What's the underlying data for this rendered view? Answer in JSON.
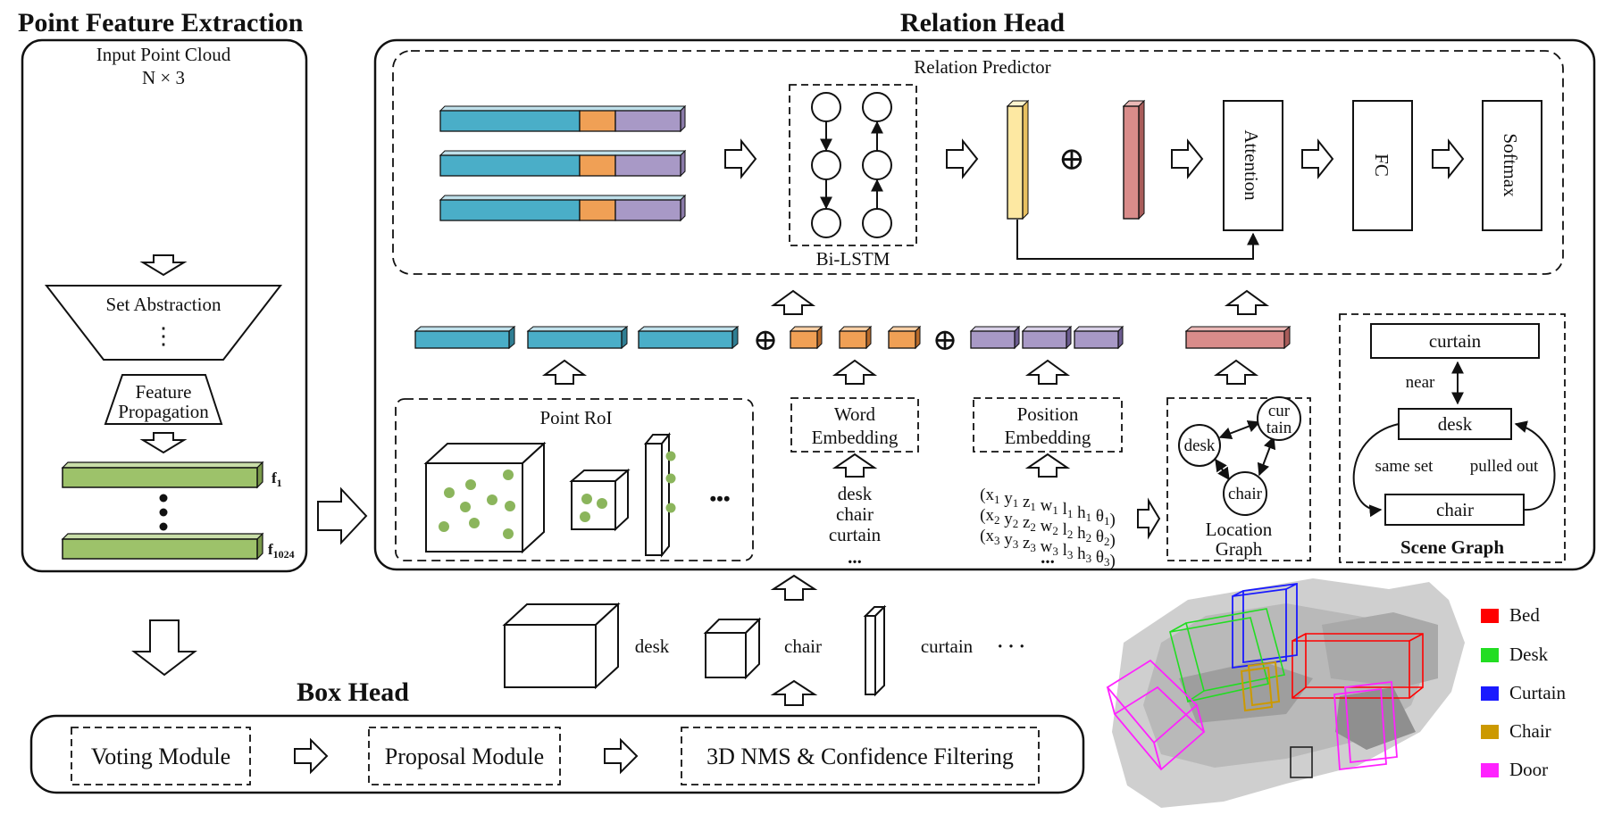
{
  "sections": {
    "point_feature_title": "Point Feature Extraction",
    "relation_head_title": "Relation Head",
    "box_head_title": "Box Head"
  },
  "point_feature": {
    "input_label": "Input Point Cloud",
    "input_dim": "N × 3",
    "set_abstraction": "Set Abstraction",
    "ellipsis": "⋮",
    "feature_propagation_line1": "Feature",
    "feature_propagation_line2": "Propagation",
    "f1_label": "f",
    "f1_sub": "1",
    "f1024_label": "f",
    "f1024_sub": "1024"
  },
  "relation_predictor": {
    "title": "Relation Predictor",
    "bilstm_label": "Bi-LSTM",
    "attention_label": "Attention",
    "fc_label": "FC",
    "softmax_label": "Softmax",
    "oplus": "⊕"
  },
  "embeddings": {
    "point_roi_label": "Point RoI",
    "word_line1": "Word",
    "word_line2": "Embedding",
    "position_line1": "Position",
    "position_line2": "Embedding",
    "words": [
      "desk",
      "chair",
      "curtain",
      "..."
    ],
    "positions": [
      {
        "x": "x",
        "xs": "1",
        "y": "y",
        "ys": "1",
        "z": "z",
        "zs": "1",
        "w": "w",
        "ws": "1",
        "l": "l",
        "ls": "1",
        "h": "h",
        "hs": "1",
        "t": "θ",
        "ts": "1"
      },
      {
        "x": "x",
        "xs": "2",
        "y": "y",
        "ys": "2",
        "z": "z",
        "zs": "2",
        "w": "w",
        "ws": "2",
        "l": "l",
        "ls": "2",
        "h": "h",
        "hs": "2",
        "t": "θ",
        "ts": "2"
      },
      {
        "x": "x",
        "xs": "3",
        "y": "y",
        "ys": "3",
        "z": "z",
        "zs": "3",
        "w": "w",
        "ws": "3",
        "l": "l",
        "ls": "3",
        "h": "h",
        "hs": "3",
        "t": "θ",
        "ts": "3"
      }
    ],
    "positions_ellipsis": "...",
    "point_roi_dots": "•••"
  },
  "location_graph": {
    "label_line1": "Location",
    "label_line2": "Graph",
    "node_desk": "desk",
    "node_curtain_line1": "cur",
    "node_curtain_line2": "tain",
    "node_chair": "chair"
  },
  "scene_graph": {
    "title": "Scene Graph",
    "node_curtain": "curtain",
    "node_desk": "desk",
    "node_chair": "chair",
    "edge_near": "near",
    "edge_same_set": "same set",
    "edge_pulled_out": "pulled out"
  },
  "box_outputs": {
    "desk": "desk",
    "chair": "chair",
    "curtain": "curtain",
    "ellipsis": "· · ·"
  },
  "box_head": {
    "voting": "Voting Module",
    "proposal": "Proposal Module",
    "nms": "3D NMS & Confidence Filtering"
  },
  "legend": [
    {
      "label": "Bed",
      "color": "#ff0000"
    },
    {
      "label": "Desk",
      "color": "#22dd22"
    },
    {
      "label": "Curtain",
      "color": "#1a1aff"
    },
    {
      "label": "Chair",
      "color": "#cc9900"
    },
    {
      "label": "Door",
      "color": "#ff22ff"
    }
  ],
  "colors": {
    "blue_bar": "#4aaec8",
    "orange_bar": "#f0a055",
    "purple_bar": "#a899c6",
    "green_bar": "#9dc26a",
    "yellow_bar": "#fde8a2",
    "pink_bar": "#d98c8a",
    "dot_green": "#8bb55c"
  }
}
